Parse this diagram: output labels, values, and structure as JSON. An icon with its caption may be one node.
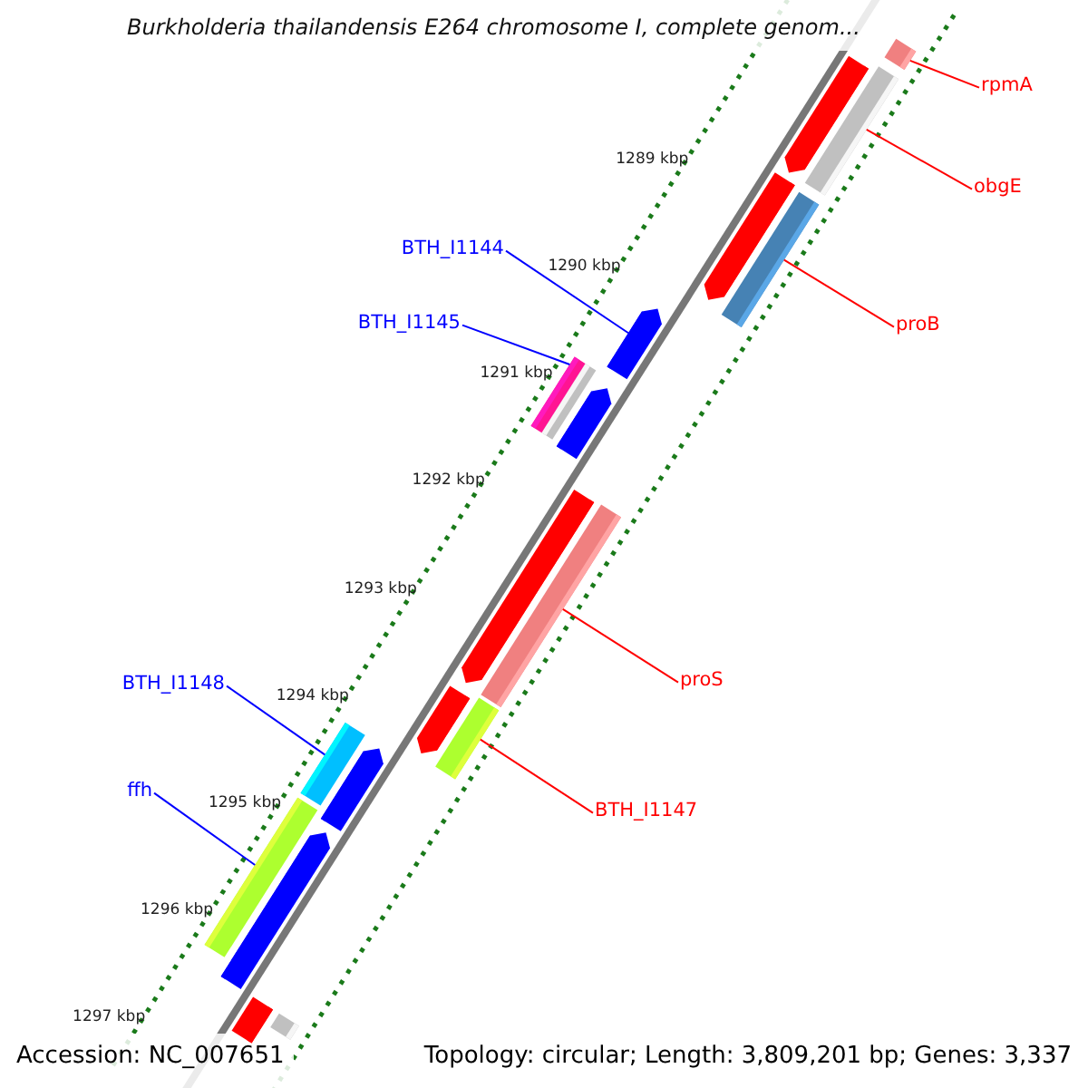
{
  "diagram": {
    "title": "Burkholderia thailandensis E264 chromosome I, complete genom...",
    "nodes": [
      {
        "text": [
          "rpmA"
        ]
      },
      {
        "text": [
          "obgE"
        ]
      },
      {
        "text": [
          "BTH_I1144"
        ]
      },
      {
        "text": [
          "proB"
        ]
      },
      {
        "text": [
          "BTH_I1145"
        ]
      },
      {
        "text": [
          "proS"
        ]
      },
      {
        "text": [
          "BTH_I1148"
        ]
      },
      {
        "text": [
          "ffh"
        ]
      },
      {
        "text": [
          "BTH_I1147"
        ]
      },
      {
        "text": [],
        "shape": "arrow"
      },
      {
        "text": [],
        "shape": "bar"
      },
      {
        "text": [],
        "shape": "bar"
      },
      {
        "text": [],
        "shape": "arrow"
      },
      {
        "text": [],
        "shape": "bar"
      },
      {
        "text": [],
        "shape": "arrow"
      },
      {
        "text": [],
        "shape": "bar"
      },
      {
        "text": [],
        "shape": "bar"
      },
      {
        "text": [],
        "shape": "arrow"
      },
      {
        "text": [],
        "shape": "arrow"
      },
      {
        "text": [],
        "shape": "bar"
      },
      {
        "text": [],
        "shape": "arrow"
      },
      {
        "text": [],
        "shape": "bar"
      },
      {
        "text": [],
        "shape": "bar"
      },
      {
        "text": [],
        "shape": "arrow"
      },
      {
        "text": [],
        "shape": "bar"
      },
      {
        "text": [],
        "shape": "arrow"
      },
      {
        "text": [],
        "shape": "bar"
      },
      {
        "text": [],
        "shape": "bar"
      }
    ],
    "edges": [
      {
        "from": 0,
        "to": 10,
        "arrow": "none"
      },
      {
        "from": 1,
        "to": 11,
        "arrow": "none"
      },
      {
        "from": 2,
        "to": 14,
        "arrow": "none",
        "color": "#0000ff"
      },
      {
        "from": 3,
        "to": 13,
        "arrow": "none"
      },
      {
        "from": 4,
        "to": 16,
        "arrow": "none",
        "color": "#0000ff"
      },
      {
        "from": 5,
        "to": 19,
        "arrow": "none"
      },
      {
        "from": 6,
        "to": 22,
        "arrow": "none",
        "color": "#0000ff"
      },
      {
        "from": 7,
        "to": 24,
        "arrow": "none",
        "color": "#0000ff"
      },
      {
        "from": 8,
        "to": 21,
        "arrow": "none"
      }
    ],
    "labels": [
      "1289 kbp",
      "1290 kbp",
      "1291 kbp",
      "1292 kbp",
      "1293 kbp",
      "1294 kbp",
      "1295 kbp",
      "1296 kbp",
      "1297 kbp",
      "Accession: NC_007651",
      "Topology: circular; Length: 3,809,201 bp; Genes: 3,337"
    ]
  }
}
